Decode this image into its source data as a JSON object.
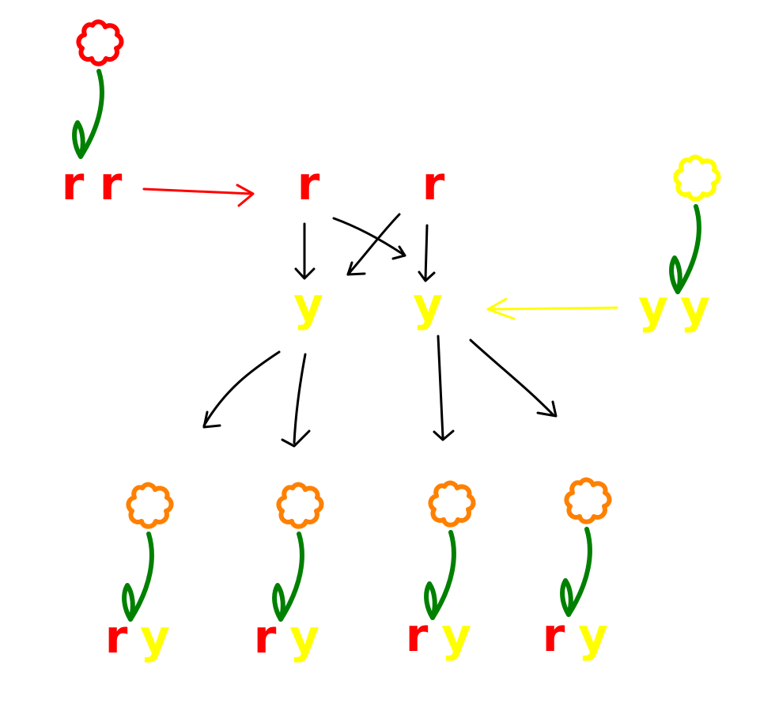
{
  "colors": {
    "red": "#ff0000",
    "yellow": "#ffff00",
    "orange": "#ff8000",
    "green": "#008000",
    "black": "#000000",
    "background": "#ffffff"
  },
  "parents": {
    "red": {
      "flower_color": "red",
      "alleles": [
        "r",
        "r"
      ]
    },
    "yellow": {
      "flower_color": "yellow",
      "alleles": [
        "y",
        "y"
      ]
    }
  },
  "gametes": {
    "red": [
      "r",
      "r"
    ],
    "yellow": [
      "y",
      "y"
    ]
  },
  "offspring": [
    {
      "flower_color": "orange",
      "alleles": [
        "r",
        "y"
      ]
    },
    {
      "flower_color": "orange",
      "alleles": [
        "r",
        "y"
      ]
    },
    {
      "flower_color": "orange",
      "alleles": [
        "r",
        "y"
      ]
    },
    {
      "flower_color": "orange",
      "alleles": [
        "r",
        "y"
      ]
    }
  ]
}
